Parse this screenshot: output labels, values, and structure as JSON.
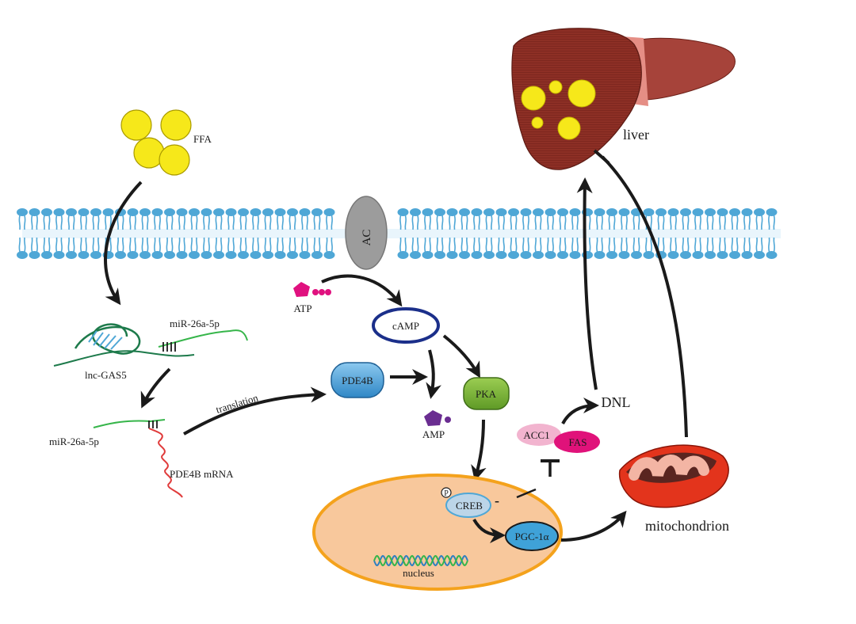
{
  "labels": {
    "ffa": "FFA",
    "ac": "AC",
    "atp": "ATP",
    "camp": "cAMP",
    "pde4b": "PDE4B",
    "pka": "PKA",
    "amp": "AMP",
    "mir_top": "miR-26a-5p",
    "lnc": "lnc-GAS5",
    "mir_bottom": "miR-26a-5p",
    "pde4b_mrna": "PDE4B mRNA",
    "translation": "translation",
    "creb": "CREB",
    "phospho": "P",
    "pgc": "PGC-1α",
    "nucleus": "nucleus",
    "acc1": "ACC1",
    "fas": "FAS",
    "dnl": "DNL",
    "liver": "liver",
    "mitochondrion": "mitochondrion",
    "minus": "-"
  },
  "colors": {
    "membrane": "#4fa7d6",
    "membrane_light": "#bfe2f5",
    "ffa": "#f6e81a",
    "liver": "#8d2f25",
    "liver_lobe": "#a6433a",
    "gallbladder": "#e58e85",
    "ac": "#9c9c9c",
    "atp": "#e0117f",
    "camp": "#1b2f8a",
    "pde4b": "#4a9fd4",
    "pka": "#7ab535",
    "amp": "#6a2d91",
    "nucleus_fill": "#f8c89c",
    "nucleus_edge": "#f4a21c",
    "creb": "#bcd5e8",
    "pgc": "#3fa2d8",
    "acc1": "#f2b4cf",
    "fas": "#e0127a",
    "mito_outer": "#e3341c",
    "mito_inner": "#f3b5a4",
    "mrna": "#e03b3b",
    "mirna": "#36b54a",
    "lncrna": "#1d7a4b"
  }
}
